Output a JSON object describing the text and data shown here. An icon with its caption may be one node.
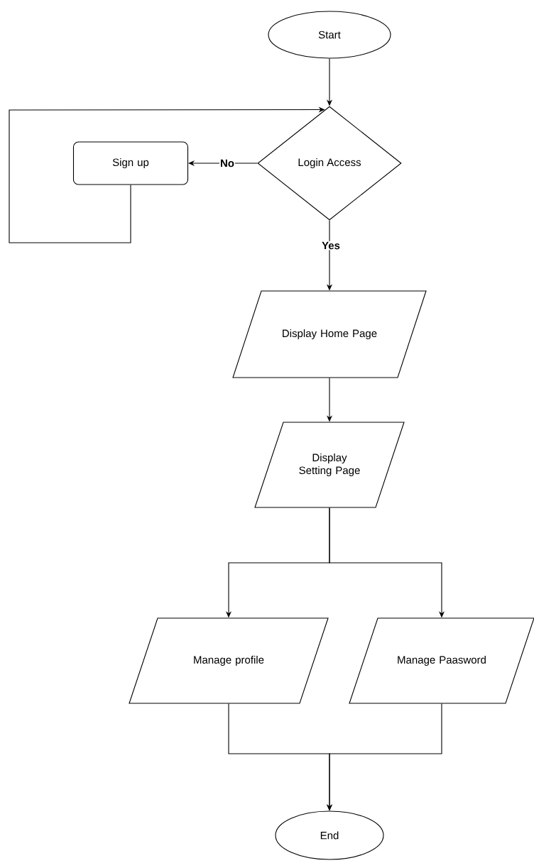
{
  "diagram": {
    "nodes": [
      {
        "text": [
          "Start"
        ]
      },
      {
        "text": [
          "Login Access"
        ]
      },
      {
        "text": [
          "Sign up"
        ]
      },
      {
        "text": [
          "Display Home Page"
        ]
      },
      {
        "text": [
          "Display Setting Page"
        ]
      },
      {
        "text": [
          "Manage profile"
        ]
      },
      {
        "text": [
          "Manage Paasword"
        ]
      },
      {
        "text": [
          "End"
        ]
      }
    ],
    "edges": [
      {
        "from": 0,
        "to": 1,
        "arrow": "to"
      },
      {
        "from": 1,
        "to": 2,
        "arrow": "to",
        "label": "No"
      },
      {
        "from": 2,
        "to": 1,
        "arrow": "to"
      },
      {
        "from": 1,
        "to": 3,
        "arrow": "to",
        "label": "Yes"
      },
      {
        "from": 3,
        "to": 4,
        "arrow": "to"
      },
      {
        "from": 4,
        "to": 5,
        "arrow": "to"
      },
      {
        "from": 4,
        "to": 6,
        "arrow": "to"
      },
      {
        "from": 5,
        "to": 7,
        "arrow": "to"
      },
      {
        "from": 6,
        "to": 7,
        "arrow": "to"
      }
    ]
  }
}
